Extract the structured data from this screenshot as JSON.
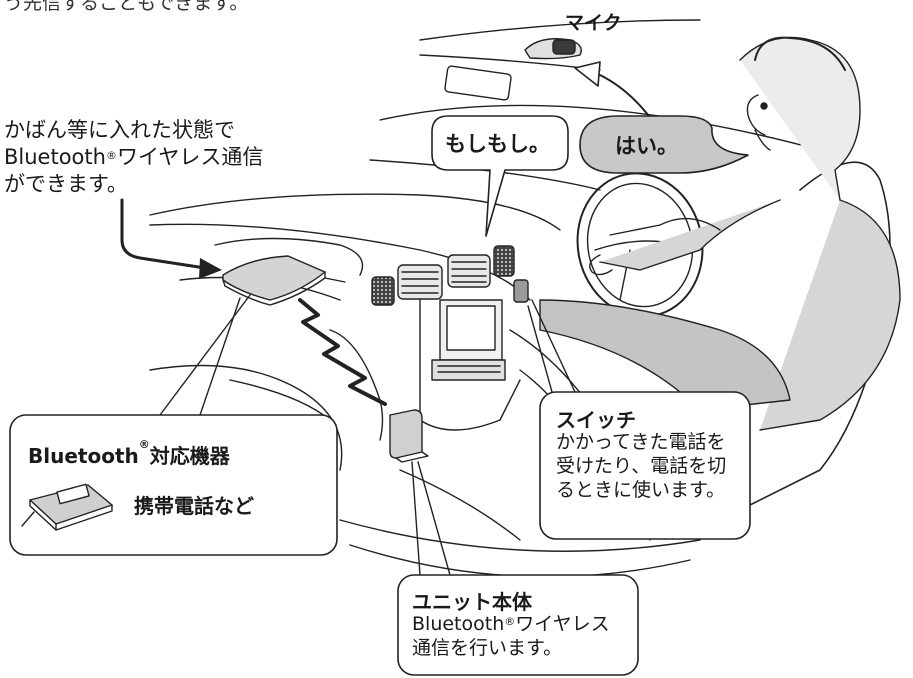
{
  "cut_off_text": "う先信することもできます。",
  "mic_label": "マイク",
  "lead_text": {
    "line1": "かばん等に入れた状態で",
    "line2_prefix": "Bluetooth",
    "line2_suffix": "ワイヤレス通信",
    "line3": "ができます。"
  },
  "registered_mark": "®",
  "speech": {
    "left": "もしもし。",
    "right": "はい。"
  },
  "bt_device_box": {
    "title_prefix": "Bluetooth",
    "title_suffix": "対応機器",
    "example": "携帯電話など"
  },
  "switch_box": {
    "title": "スイッチ",
    "lines": [
      "かかってきた電話を",
      "受けたり、電話を切",
      "るときに使います。"
    ]
  },
  "unit_box": {
    "title": "ユニット本体",
    "line1_prefix": "Bluetooth",
    "line1_suffix": "ワイヤレス",
    "line2": "通信を行います。"
  },
  "colors": {
    "line": "#222222",
    "bubble_fill": "#c8c8c8",
    "part_fill": "#d9d9d9",
    "dark_fill": "#3a3a3a"
  }
}
